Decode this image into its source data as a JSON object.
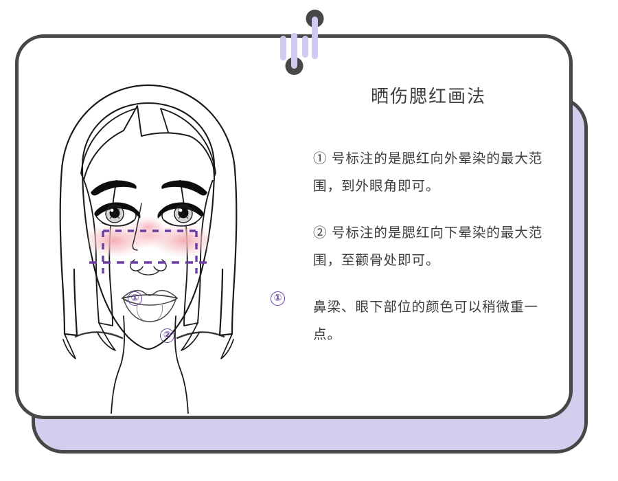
{
  "illustration": {
    "title": "晒伤腮红画法",
    "paragraphs": [
      "① 号标注的是腮红向外晕染的最大范围，到外眼角即可。",
      "② 号标注的是腮红向下晕染的最大范围，至颧骨处即可。",
      "鼻梁、眼下部位的颜色可以稍微重一点。"
    ],
    "annotations": {
      "marker_one_left": "①",
      "marker_one_right": "①",
      "marker_two": "②"
    },
    "subject": "female-face-front-view",
    "icons": {
      "top_decoration": "bar-chart-pin-decoration",
      "face": "woman-face-line-art-icon",
      "blush": "blush-cheek-shading",
      "guide_box": "dashed-guide-rectangle"
    },
    "colors": {
      "card_border": "#474747",
      "back_card_fill": "#d2ceee",
      "front_card_fill": "#ffffff",
      "text": "#3d3d3d",
      "annotation_purple": "#6b3fa0",
      "blush_pink": "#f7c3c8",
      "deco_lavender": "#cfcbf0",
      "deco_dot": "#474747",
      "line_art": "#1a1a1a"
    }
  }
}
